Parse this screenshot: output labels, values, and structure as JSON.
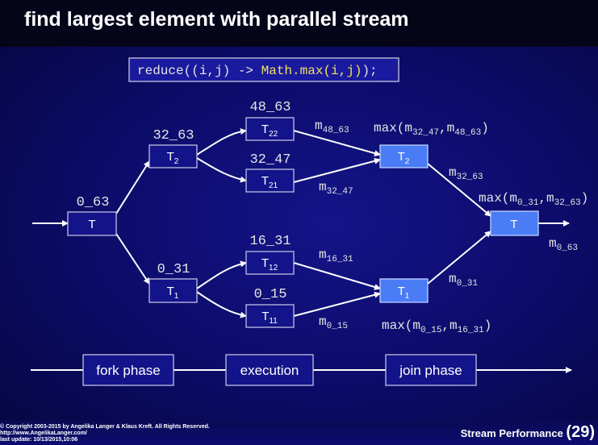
{
  "title": "find largest element with parallel stream",
  "code": {
    "part1": "reduce((i,j) -> ",
    "part2": "Math.max(i,j)",
    "part3": ");"
  },
  "colors": {
    "box_dark": "#13138a",
    "box_join": "#4a7cf5",
    "code_highlight": "#f0e060"
  },
  "nodes": {
    "root": {
      "label": "T",
      "range": "0_63"
    },
    "t2": {
      "label": "T",
      "sub": "2",
      "range": "32_63"
    },
    "t1": {
      "label": "T",
      "sub": "1",
      "range": "0_31"
    },
    "t22": {
      "label": "T",
      "sub": "22",
      "range": "48_63"
    },
    "t21": {
      "label": "T",
      "sub": "21",
      "range": "32_47"
    },
    "t12": {
      "label": "T",
      "sub": "12",
      "range": "16_31"
    },
    "t11": {
      "label": "T",
      "sub": "11",
      "range": "0_15"
    },
    "j2": {
      "label": "T",
      "sub": "2"
    },
    "j1": {
      "label": "T",
      "sub": "1"
    },
    "jroot": {
      "label": "T"
    }
  },
  "results": {
    "m": "m",
    "m48_63": "48_63",
    "m32_47": "32_47",
    "m16_31": "16_31",
    "m0_15": "0_15",
    "m32_63": "32_63",
    "m0_31": "0_31",
    "m0_63": "0_63",
    "max": "max(",
    "comma": ",",
    "close": ")"
  },
  "phases": [
    "fork phase",
    "execution",
    "join phase"
  ],
  "footer": {
    "copyright": "© Copyright 2003-2015 by Angelika Langer & Klaus Kreft.  All Rights Reserved.",
    "url": "http://www.AngelikaLanger.com/",
    "updated": "last update: 10/13/2015,10:06",
    "section": "Stream Performance",
    "page": "(29)"
  }
}
